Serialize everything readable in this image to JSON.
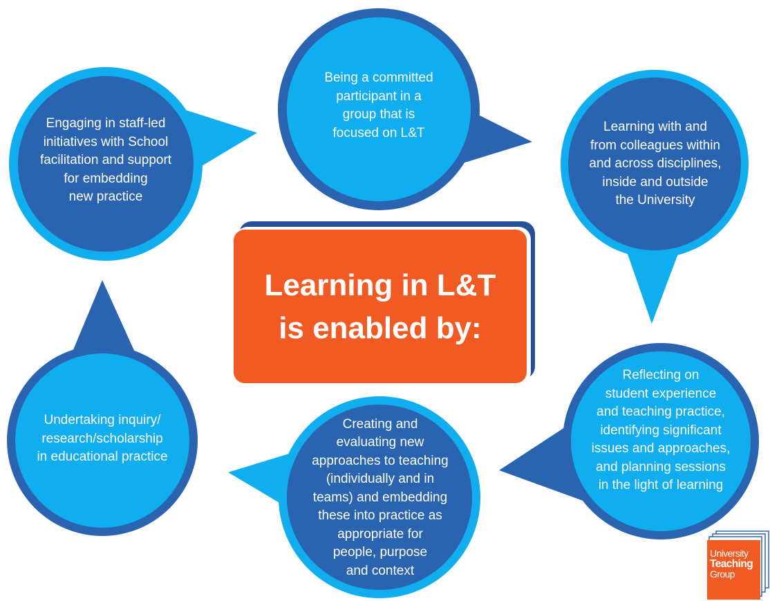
{
  "colors": {
    "dark_blue": "#2a64b1",
    "light_blue": "#11aeef",
    "orange": "#f15a22",
    "navy": "#27509a"
  },
  "center": {
    "title": "Learning in L&T\nis enabled by:"
  },
  "bubbles": [
    {
      "text": "Being a committed\nparticipant in a\ngroup that is\nfocused on L&T"
    },
    {
      "text": "Learning with and\nfrom colleagues within\nand across disciplines,\ninside and outside\nthe University"
    },
    {
      "text": "Reflecting on\nstudent experience\nand teaching practice,\nidentifying significant\nissues and approaches,\nand planning sessions\nin the light of learning"
    },
    {
      "text": "Creating and\nevaluating new\napproaches to teaching\n(individually and in\nteams) and embedding\nthese into practice as\nappropriate for\npeople, purpose\nand context"
    },
    {
      "text": "Undertaking inquiry/\nresearch/scholarship\nin educational practice"
    },
    {
      "text": "Engaging in staff-led\ninitiatives with School\nfacilitation and support\nfor embedding\nnew practice"
    }
  ],
  "logo": {
    "line1": "University",
    "line2": "Teaching",
    "line3": "Group"
  }
}
